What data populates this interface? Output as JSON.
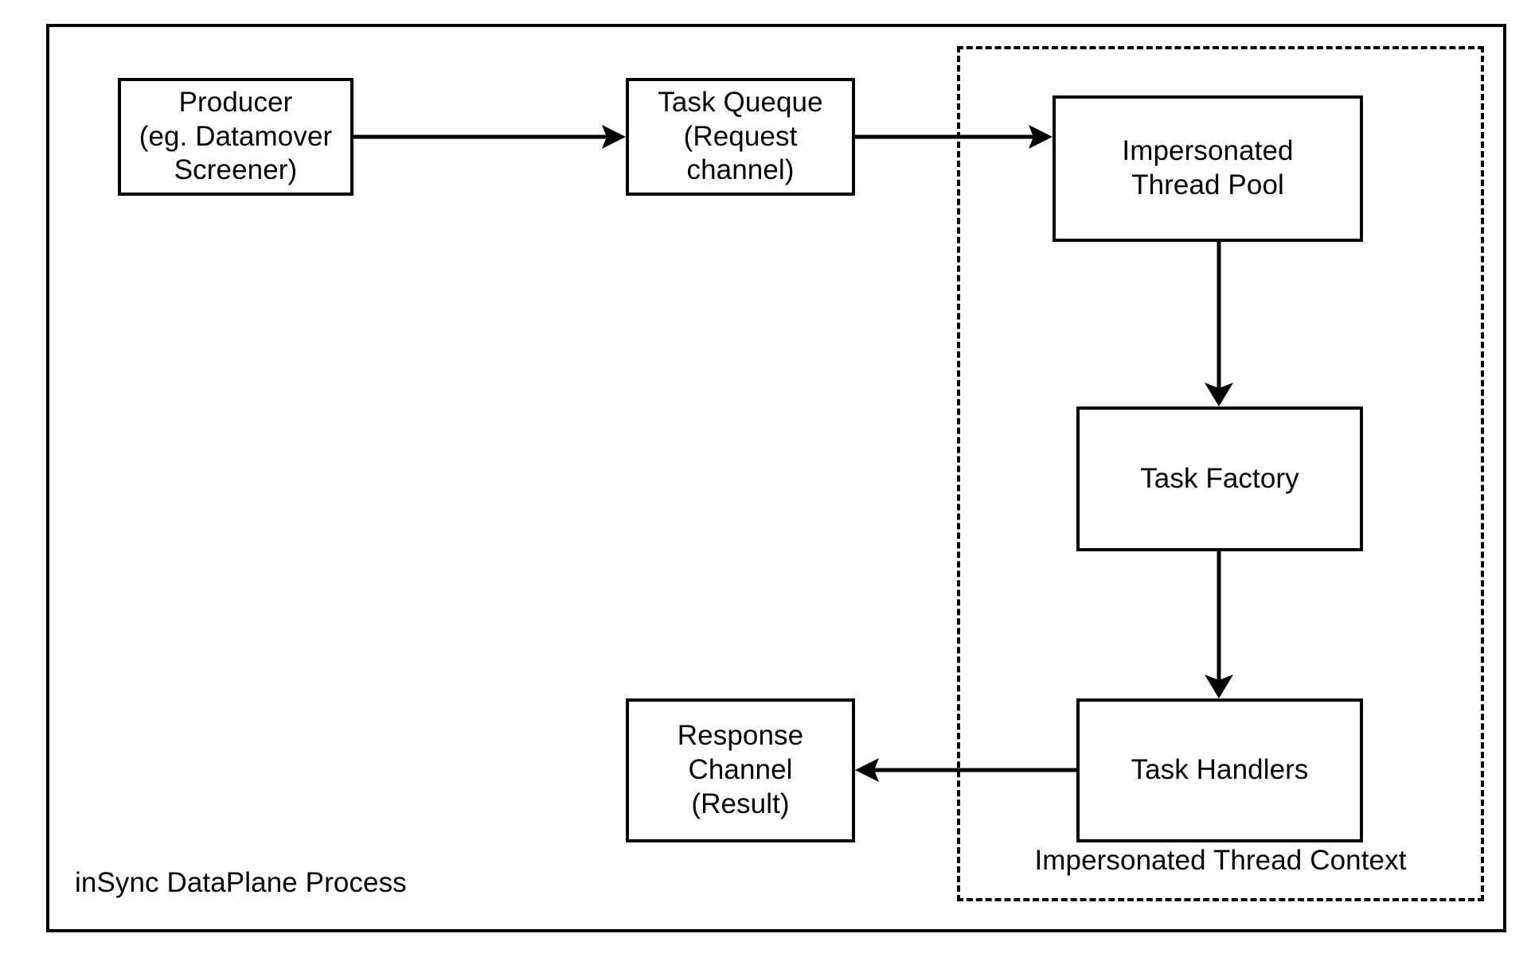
{
  "diagram": {
    "title_caption": "inSync DataPlane Process",
    "zone_caption": "Impersonated Thread Context",
    "nodes": [
      {
        "id": "producer",
        "label": "Producer\n(eg. Datamover\nScreener)"
      },
      {
        "id": "task_queue",
        "label": "Task Queque\n(Request channel)"
      },
      {
        "id": "thread_pool",
        "label": "Impersonated\nThread Pool"
      },
      {
        "id": "task_factory",
        "label": "Task Factory"
      },
      {
        "id": "task_handlers",
        "label": "Task Handlers"
      },
      {
        "id": "response",
        "label": "Response Channel\n(Result)"
      }
    ],
    "edges": [
      {
        "from": "producer",
        "to": "task_queue",
        "direction": "right"
      },
      {
        "from": "task_queue",
        "to": "thread_pool",
        "direction": "right"
      },
      {
        "from": "thread_pool",
        "to": "task_factory",
        "direction": "down"
      },
      {
        "from": "task_factory",
        "to": "task_handlers",
        "direction": "down"
      },
      {
        "from": "task_handlers",
        "to": "response",
        "direction": "left"
      }
    ],
    "colors": {
      "stroke": "#000000",
      "background": "#ffffff"
    }
  }
}
